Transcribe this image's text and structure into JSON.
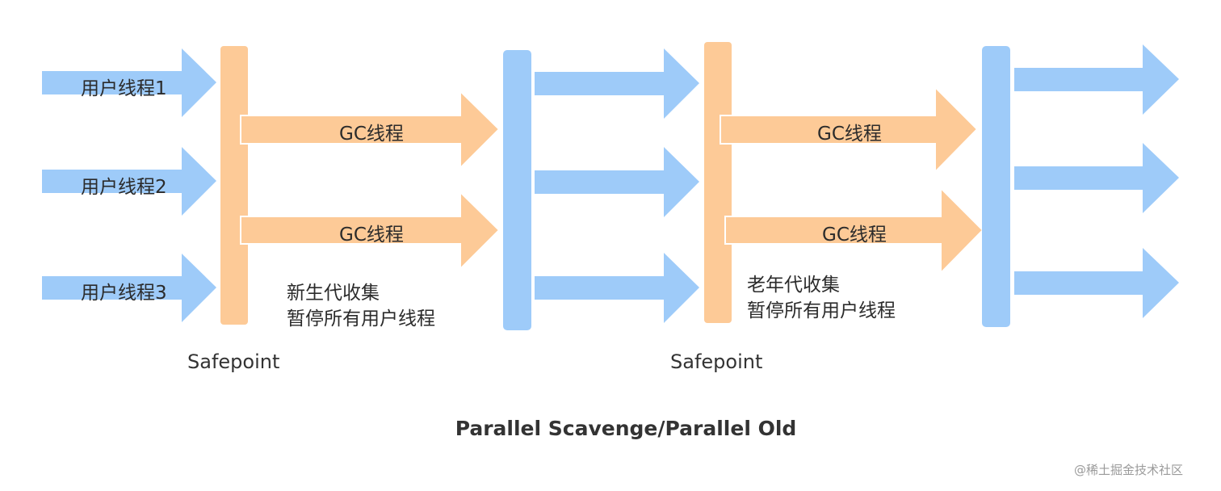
{
  "colors": {
    "blue": "#9ecbf9",
    "orange": "#fdca97",
    "text": "#2b2b2b"
  },
  "user_threads": [
    "用户线程1",
    "用户线程2",
    "用户线程3"
  ],
  "young_gc": {
    "gc_threads": [
      "GC线程",
      "GC线程"
    ],
    "note_line1": "新生代收集",
    "note_line2": "暂停所有用户线程",
    "safepoint": "Safepoint"
  },
  "old_gc": {
    "gc_threads": [
      "GC线程",
      "GC线程"
    ],
    "note_line1": "老年代收集",
    "note_line2": "暂停所有用户线程",
    "safepoint": "Safepoint"
  },
  "title": "Parallel Scavenge/Parallel Old",
  "watermark": "@稀土掘金技术社区"
}
